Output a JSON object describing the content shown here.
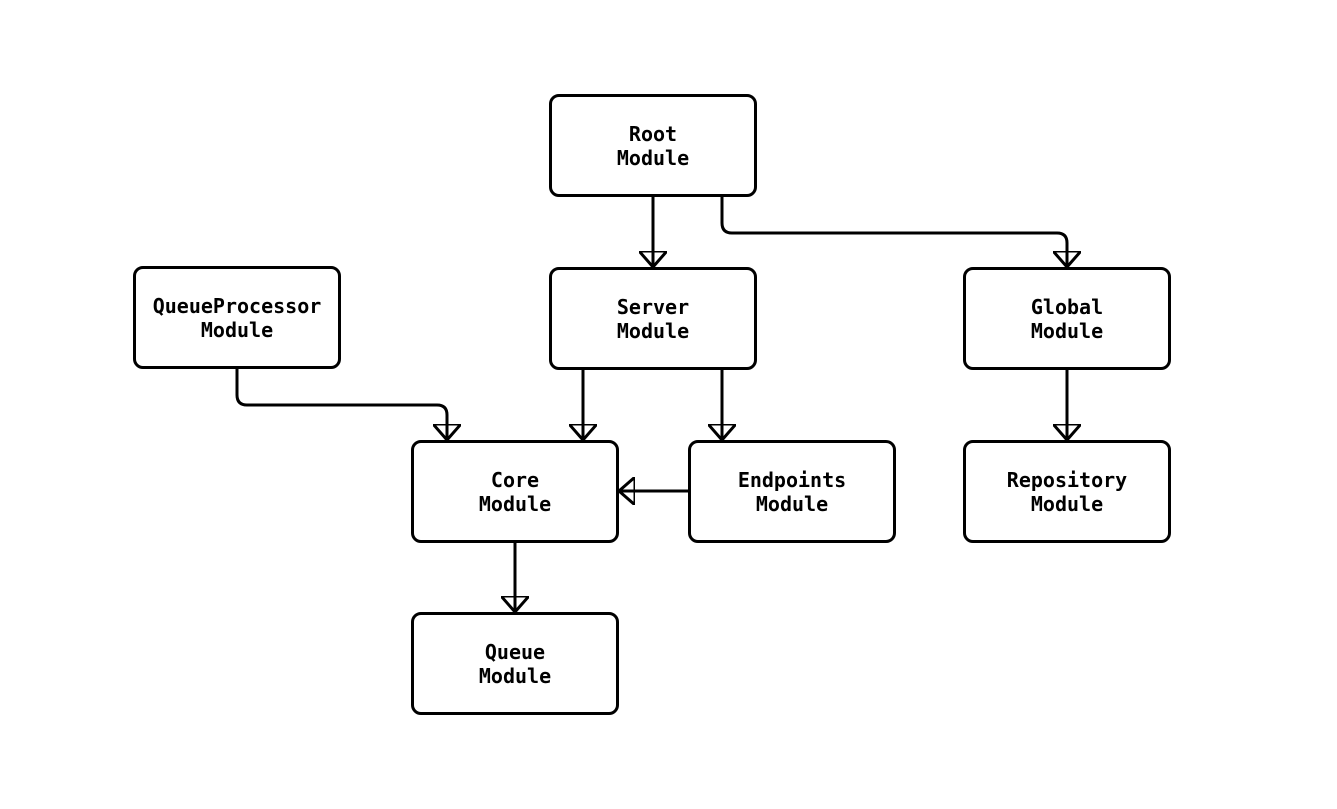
{
  "page": {
    "background_color": "#ffffff"
  },
  "diagram": {
    "type": "flowchart",
    "direction": "top-down",
    "node_style": {
      "fill_color": "#ffffff",
      "border_color": "#000000",
      "text_color": "#000000"
    },
    "edge_color": "#000000",
    "nodes": {
      "root": {
        "label": "Root\nModule"
      },
      "queue_processor": {
        "label": "QueueProcessor\nModule"
      },
      "server": {
        "label": "Server\nModule"
      },
      "global": {
        "label": "Global\nModule"
      },
      "core": {
        "label": "Core\nModule"
      },
      "endpoints": {
        "label": "Endpoints\nModule"
      },
      "repository": {
        "label": "Repository\nModule"
      },
      "queue": {
        "label": "Queue\nModule"
      }
    },
    "edges": [
      {
        "from": "Root Module",
        "to": "Server Module"
      },
      {
        "from": "Root Module",
        "to": "Global Module"
      },
      {
        "from": "QueueProcessor Module",
        "to": "Core Module"
      },
      {
        "from": "Server Module",
        "to": "Core Module"
      },
      {
        "from": "Server Module",
        "to": "Endpoints Module"
      },
      {
        "from": "Endpoints Module",
        "to": "Core Module"
      },
      {
        "from": "Global Module",
        "to": "Repository Module"
      },
      {
        "from": "Core Module",
        "to": "Queue Module"
      }
    ]
  }
}
